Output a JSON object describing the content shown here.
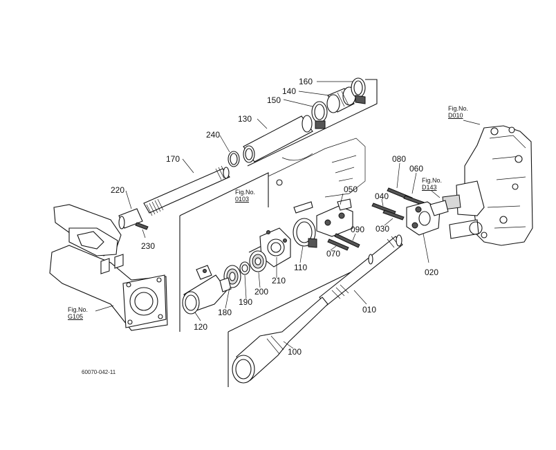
{
  "part_labels": [
    "160",
    "140",
    "150",
    "130",
    "240",
    "170",
    "220",
    "230",
    "080",
    "060",
    "040",
    "030",
    "050",
    "090",
    "070",
    "110",
    "210",
    "200",
    "190",
    "180",
    "120",
    "010",
    "020",
    "100"
  ],
  "figure_refs": [
    {
      "caption": "Fig.No.",
      "code": "D010"
    },
    {
      "caption": "Fig.No.",
      "code": "D143"
    },
    {
      "caption": "Fig.No.",
      "code": "0103"
    },
    {
      "caption": "Fig.No.",
      "code": "G105"
    }
  ],
  "drawing_code": "60070-042-11"
}
